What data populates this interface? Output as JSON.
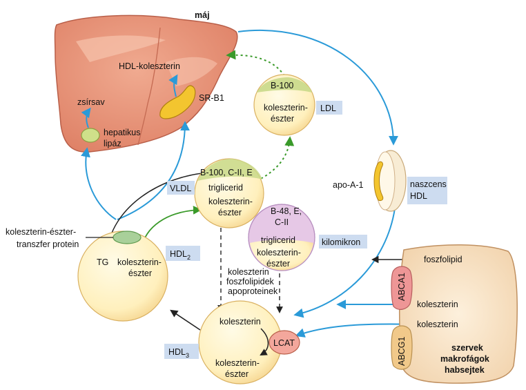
{
  "title": "máj",
  "liver": {
    "hdl_cholesterol": "HDL-koleszterin",
    "fatty_acid": "zsírsav",
    "receptor": "SR-B1",
    "lipase_line1": "hepatikus",
    "lipase_line2": "lipáz"
  },
  "ldl": {
    "apo": "B-100",
    "core_line1": "koleszterin-",
    "core_line2": "észter",
    "tag": "LDL"
  },
  "vldl": {
    "tag": "VLDL",
    "apo": "B-100, C-II, E",
    "line1": "triglicerid",
    "line2": "koleszterin-",
    "line3": "észter"
  },
  "chylomicron": {
    "apo_line1": "B-48, E,",
    "apo_line2": "C-II",
    "line1": "triglicerid",
    "line2": "koleszterin-",
    "line3": "észter",
    "tag": "kilomikron"
  },
  "nascent_hdl": {
    "apo": "apo-A-1",
    "tag_line1": "naszcens",
    "tag_line2": "HDL"
  },
  "cetp": {
    "line1": "koleszterin-észter-",
    "line2": "transzfer protein"
  },
  "hdl2": {
    "tg": "TG",
    "core_line1": "koleszterin-",
    "core_line2": "észter",
    "tag_main": "HDL",
    "tag_sub": "2"
  },
  "transfer": {
    "line1": "koleszterin",
    "line2": "foszfolipidek",
    "line3": "apoproteinek"
  },
  "hdl3": {
    "line1": "koleszterin",
    "enzyme": "LCAT",
    "line2": "koleszterin-",
    "line3": "észter",
    "tag_main": "HDL",
    "tag_sub": "3"
  },
  "tissue": {
    "phospholipid": "foszfolipid",
    "transporter1": "ABCA1",
    "cholesterol1": "koleszterin",
    "cholesterol2": "koleszterin",
    "transporter2": "ABCG1",
    "label_line1": "szervek",
    "label_line2": "makrofágok",
    "label_line3": "habsejtek"
  },
  "colors": {
    "blue_arrow": "#2a9ad8",
    "green_arrow": "#3a9a2a",
    "liver": "#e58e72",
    "particle": "#fff3c4",
    "tag": "#cddcf0"
  }
}
